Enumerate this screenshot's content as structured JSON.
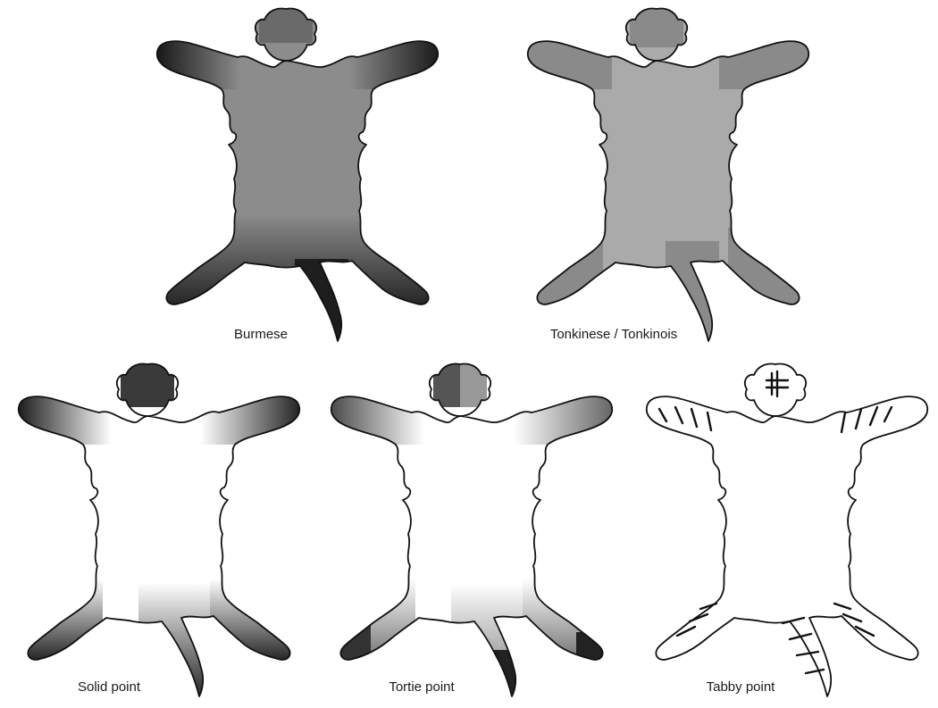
{
  "figure": {
    "panels": [
      {
        "id": "burmese",
        "label": "Burmese",
        "body_color": "#8c8c8c",
        "point_color": "#1e1e1e",
        "pattern": "solid-body"
      },
      {
        "id": "tonkinese",
        "label": "Tonkinese / Tonkinois",
        "body_color": "#aaaaaa",
        "point_color": "#8a8a8a",
        "pattern": "mink"
      },
      {
        "id": "solid-point",
        "label": "Solid point",
        "body_color": "#ffffff",
        "point_color": "#1e1e1e",
        "pattern": "colorpoint"
      },
      {
        "id": "tortie-point",
        "label": "Tortie point",
        "body_color": "#ffffff",
        "point_color": "#333333",
        "pattern": "tortie"
      },
      {
        "id": "tabby-point",
        "label": "Tabby point",
        "body_color": "#ffffff",
        "point_color": "#111111",
        "pattern": "tabby"
      }
    ]
  }
}
